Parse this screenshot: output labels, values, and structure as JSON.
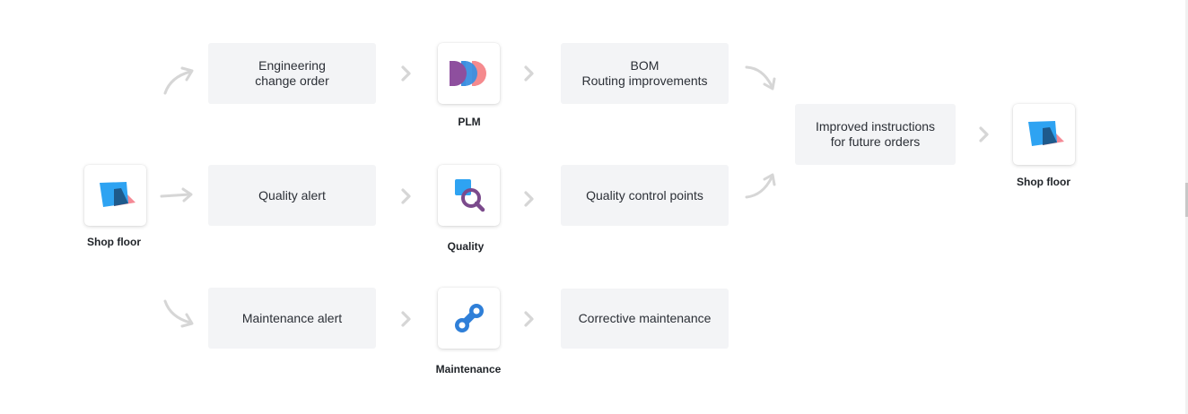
{
  "source": {
    "caption": "Shop floor",
    "icon": "shop-floor-icon"
  },
  "rows": [
    {
      "alert_lines": [
        "Engineering",
        "change order"
      ],
      "app": {
        "caption": "PLM",
        "icon": "plm-icon"
      },
      "result_lines": [
        "BOM",
        "Routing improvements"
      ]
    },
    {
      "alert_lines": [
        "Quality alert"
      ],
      "app": {
        "caption": "Quality",
        "icon": "quality-icon"
      },
      "result_lines": [
        "Quality control points"
      ]
    },
    {
      "alert_lines": [
        "Maintenance alert"
      ],
      "app": {
        "caption": "Maintenance",
        "icon": "maintenance-icon"
      },
      "result_lines": [
        "Corrective maintenance"
      ]
    }
  ],
  "outcome": {
    "lines": [
      "Improved instructions",
      "for future orders"
    ]
  },
  "target": {
    "caption": "Shop floor",
    "icon": "shop-floor-icon"
  },
  "colors": {
    "box_bg": "#f3f4f6",
    "arrow": "#d6d6d6",
    "shopfloor_blue": "#2ea3f2",
    "shopfloor_pink": "#f47c8a",
    "plm_purple": "#8e4f9e",
    "plm_blue": "#3b8fe0",
    "plm_pink": "#f58a8e",
    "quality_blue": "#2ea3f2",
    "quality_purple": "#7b4a8c",
    "maintenance_blue": "#2f7fd8"
  }
}
